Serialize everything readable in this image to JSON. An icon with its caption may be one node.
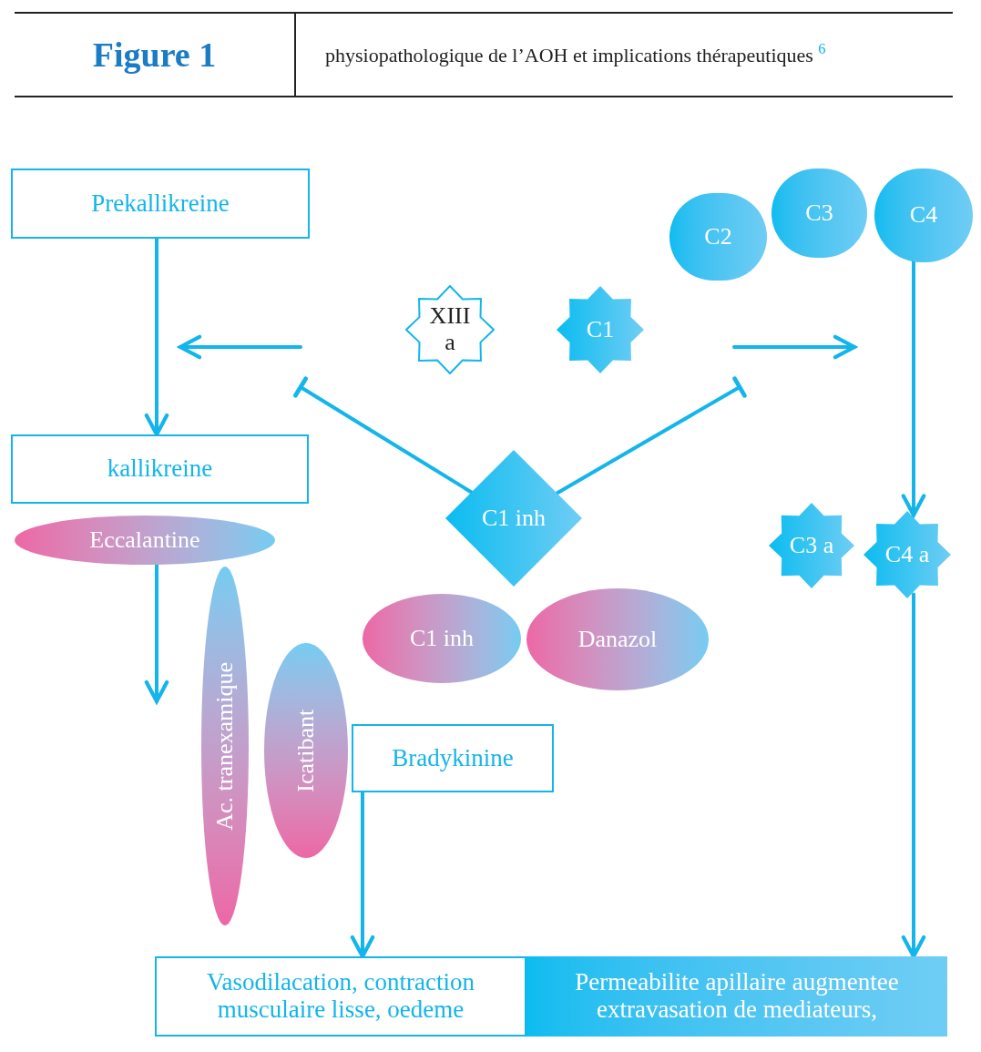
{
  "diagram": {
    "title": "Figure 1",
    "caption": "physiopathologique de l’AOH et implications thérapeutiques $^{6}$",
    "nodes": [
      {
        "text": [
          "Prekallikreine"
        ]
      },
      {
        "text": [
          "kallikreine"
        ]
      },
      {
        "text": [
          "Eccalantine"
        ]
      },
      {
        "text": [
          "Ac. tranexamique"
        ]
      },
      {
        "text": [
          "Icatibant"
        ]
      },
      {
        "text": [
          "Bradykinine"
        ]
      },
      {
        "text": [
          "XIII a"
        ]
      },
      {
        "text": [
          "C1"
        ]
      },
      {
        "text": [
          "C2"
        ]
      },
      {
        "text": [
          "C3"
        ]
      },
      {
        "text": [
          "C4"
        ]
      },
      {
        "text": [
          "C1 inh"
        ]
      },
      {
        "text": [
          "C1 inh"
        ]
      },
      {
        "text": [
          "Danazol"
        ]
      },
      {
        "text": [
          "C3 a"
        ]
      },
      {
        "text": [
          "C4 a"
        ]
      },
      {
        "text": [
          "Vasodilacation, contraction musculaire lisse, oedeme"
        ]
      },
      {
        "text": [
          "Permeabilite apillaire augmentee extravasation de mediateurs,"
        ]
      }
    ],
    "edges": [
      {
        "from": 0,
        "to": 1,
        "arrow": "to"
      },
      {
        "from": 2,
        "to": null,
        "arrow": "to"
      },
      {
        "from": 5,
        "to": 16,
        "arrow": "to"
      },
      {
        "from": 11,
        "to": null,
        "arrow": "other"
      },
      {
        "from": 11,
        "to": null,
        "arrow": "other"
      },
      {
        "from": 10,
        "to": 15,
        "arrow": "to"
      },
      {
        "from": 15,
        "to": 17,
        "arrow": "to"
      }
    ]
  }
}
